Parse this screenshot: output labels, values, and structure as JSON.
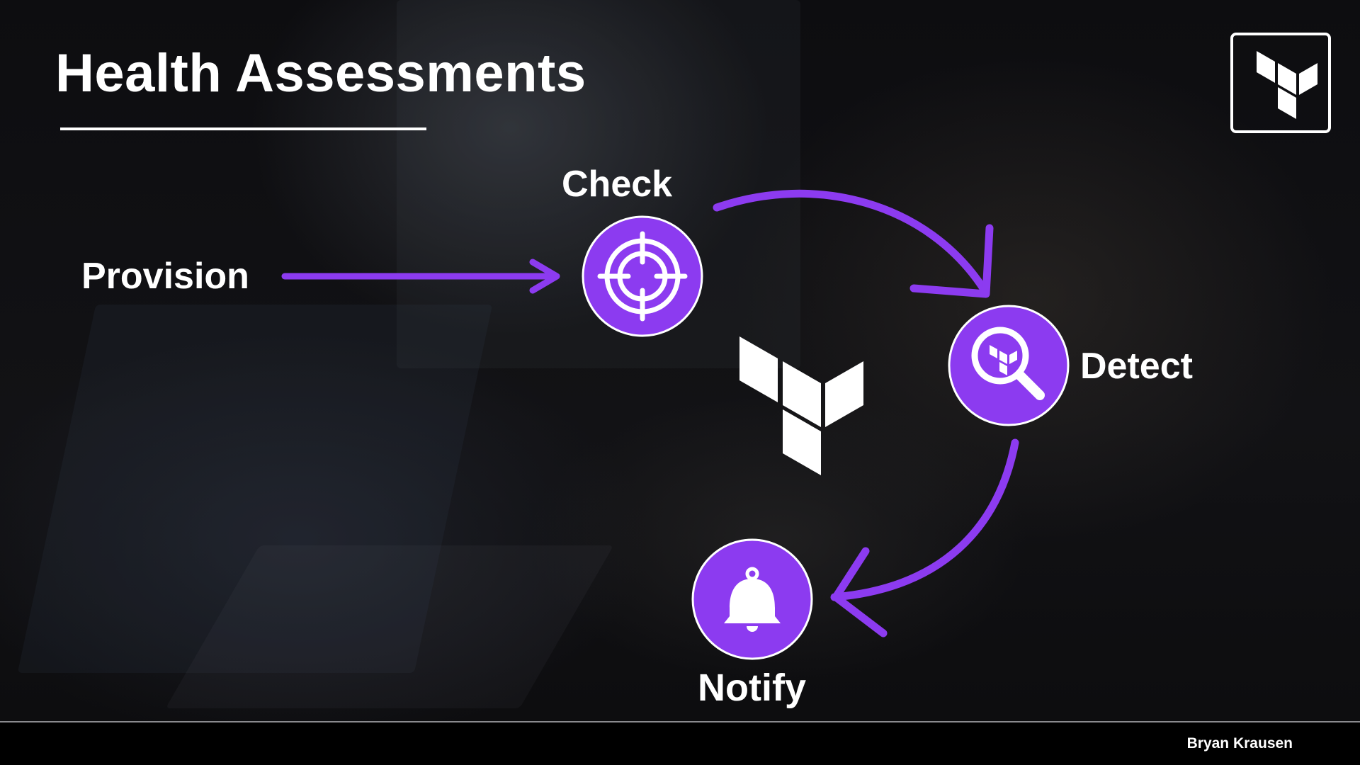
{
  "slide": {
    "title": "Health Assessments",
    "author": "Bryan Krausen",
    "corner_logo_icon": "terraform-logo-icon"
  },
  "diagram": {
    "accent_color": "#8C3BF0",
    "center_logo_icon": "terraform-logo-icon",
    "nodes": [
      {
        "id": "provision",
        "label": "Provision",
        "icon": null
      },
      {
        "id": "check",
        "label": "Check",
        "icon": "crosshair-target-icon"
      },
      {
        "id": "detect",
        "label": "Detect",
        "icon": "magnifier-terraform-icon"
      },
      {
        "id": "notify",
        "label": "Notify",
        "icon": "bell-icon"
      }
    ],
    "edges": [
      {
        "from": "provision",
        "to": "check"
      },
      {
        "from": "check",
        "to": "detect"
      },
      {
        "from": "detect",
        "to": "notify"
      }
    ]
  }
}
